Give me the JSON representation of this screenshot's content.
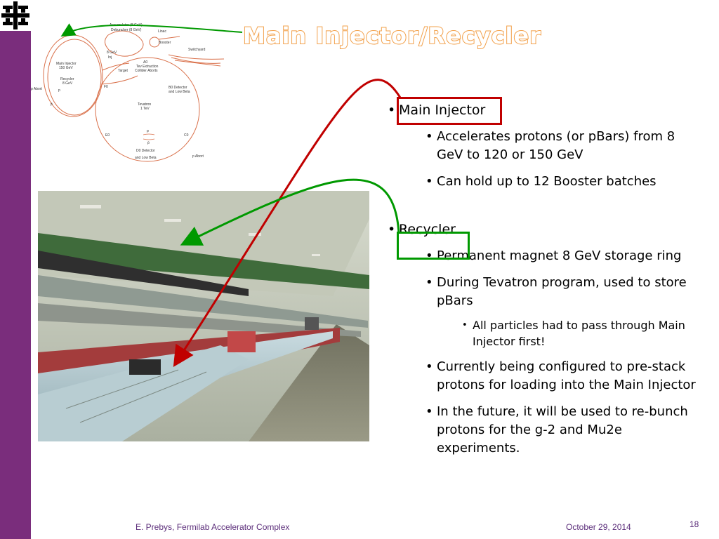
{
  "slide": {
    "title": "Main Injector/Recycler",
    "page_number": "18"
  },
  "colors": {
    "sidebar": "#7a2d7c",
    "title_outline": "#f2a04a",
    "red_arrow": "#c00000",
    "green_arrow": "#009900",
    "footer_text": "#5b2d7a"
  },
  "diagram": {
    "labels": {
      "accumulator": "Accumulator (8 GeV)",
      "debuncher": "Debuncher (8 GeV)",
      "linac": "Linac",
      "booster": "Booster",
      "switchyard": "Switchyard",
      "inj_8gev": "8 GeV",
      "inj": "Inj",
      "main_injector": "Main Injector",
      "mi_energy": "150 GeV",
      "recycler": "Recycler",
      "recycler_energy": "8 GeV",
      "target": "Target",
      "a0": "A0",
      "tev_extraction": "Tev Extraction",
      "collider_aborts": "Collider Aborts",
      "f0": "F0",
      "pbar_abort": "p Abort",
      "p": "p",
      "pbar": "p̄",
      "b0_detector": "B0 Detector",
      "and_low_beta": "and Low Beta",
      "tevatron": "Tevatron",
      "tev_energy": "1 TeV",
      "e0": "E0",
      "c0": "C0",
      "d0_detector": "D0 Detector",
      "p_abort": "p Abort"
    }
  },
  "bullets": {
    "main_injector": {
      "label": "Main Injector",
      "items": [
        "Accelerates protons (or pBars) from 8 GeV to 120 or 150 GeV",
        "Can hold up to 12 Booster batches"
      ]
    },
    "recycler": {
      "label": "Recycler",
      "items": [
        "Permanent magnet 8 GeV storage ring",
        "During Tevatron program, used to store pBars"
      ],
      "sub_item": "All particles had to pass through Main Injector first!",
      "items_after": [
        "Currently being configured to pre-stack protons for loading into the Main Injector",
        "In the future, it will be used to re-bunch protons for the g-2 and Mu2e experiments."
      ]
    }
  },
  "footer": {
    "author": "E. Prebys, Fermilab Accelerator Complex",
    "date": "October 29, 2014"
  }
}
